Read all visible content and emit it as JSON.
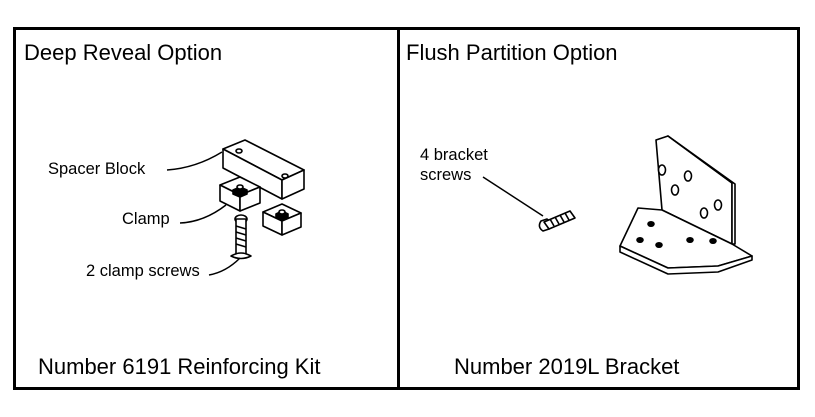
{
  "left_panel": {
    "title": "Deep Reveal Option",
    "caption": "Number 6191 Reinforcing Kit",
    "labels": {
      "spacer_block": "Spacer Block",
      "clamp": "Clamp",
      "clamp_screws": "2 clamp screws"
    }
  },
  "right_panel": {
    "title": "Flush Partition Option",
    "caption": "Number 2019L Bracket",
    "labels": {
      "bracket_screws_line1": "4 bracket",
      "bracket_screws_line2": "screws"
    }
  }
}
